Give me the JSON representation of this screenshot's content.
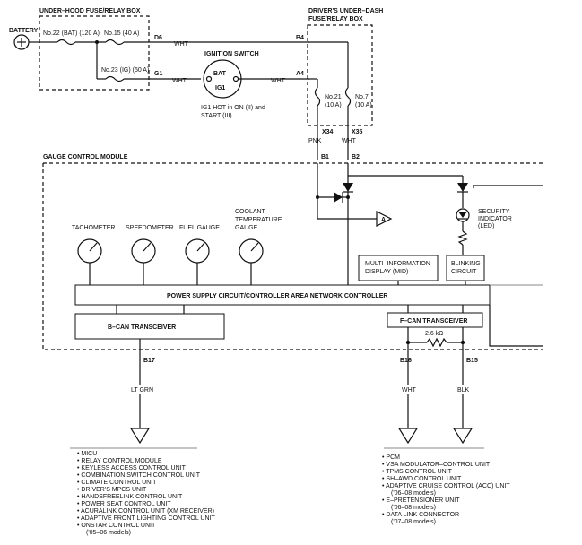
{
  "battery": {
    "label": "BATTERY"
  },
  "under_hood_box": {
    "title": "UNDER–HOOD FUSE/RELAY BOX",
    "fuse_bat": "No.22 (BAT) (120 A)",
    "fuse_15": "No.15 (40 A)",
    "fuse_ig": "No.23 (IG) (50 A)"
  },
  "terminals": {
    "d6": "D6",
    "g1": "G1",
    "b4": "B4",
    "a4": "A4",
    "x34": "X34",
    "x35": "X35",
    "b1": "B1",
    "b2": "B2",
    "b17": "B17",
    "b16": "B16",
    "b15": "B15"
  },
  "wires": {
    "wht_d6": "WHT",
    "wht_g1": "WHT",
    "wht_a4": "WHT",
    "pnk": "PNK",
    "wht_x35": "WHT",
    "lt_grn": "LT GRN",
    "wht_b16": "WHT",
    "blk": "BLK"
  },
  "ignition_switch": {
    "title": "IGNITION SWITCH",
    "bat": "BAT",
    "ig1": "IG1",
    "note_line1": "IG1 HOT in ON (II) and",
    "note_line2": "START (III)"
  },
  "under_dash_box": {
    "title_line1": "DRIVER'S UNDER–DASH",
    "title_line2": "FUSE/RELAY BOX",
    "fuse21_line1": "No.21",
    "fuse21_line2": "(10 A)",
    "fuse7_line1": "No.7",
    "fuse7_line2": "(10 A)"
  },
  "gauge_module": {
    "title": "GAUGE CONTROL MODULE",
    "tachometer": "TACHOMETER",
    "speedometer": "SPEEDOMETER",
    "fuel_gauge": "FUEL GAUGE",
    "coolant_line1": "COOLANT",
    "coolant_line2": "TEMPERATURE",
    "coolant_line3": "GAUGE",
    "connector_a": "A",
    "security_line1": "SECURITY",
    "security_line2": "INDICATOR",
    "security_line3": "(LED)",
    "mid_line1": "MULTI–INFORMATION",
    "mid_line2": "DISPLAY (MID)",
    "blink_line1": "BLINKING",
    "blink_line2": "CIRCUIT",
    "power_supply": "POWER SUPPLY CIRCUIT/CONTROLLER AREA NETWORK CONTROLLER",
    "b_can": "B–CAN TRANSCEIVER",
    "f_can": "F–CAN TRANSCEIVER",
    "resistor": "2.6 kΩ"
  },
  "b_can_list": [
    "MICU",
    "RELAY CONTROL MODULE",
    "KEYLESS ACCESS CONTROL UNIT",
    "COMBINATION SWITCH CONTROL UNIT",
    "CLIMATE CONTROL UNIT",
    "DRIVER'S MPCS UNIT",
    "HANDSFREELINK CONTROL UNIT",
    "POWER SEAT CONTROL UNIT",
    "ACURALINK CONTROL UNIT (XM RECEIVER)",
    "ADAPTIVE FRONT LIGHTING CONTROL UNIT",
    "ONSTAR CONTROL UNIT",
    "('05–06 models)"
  ],
  "f_can_list": [
    "PCM",
    "VSA MODULATOR–CONTROL UNIT",
    "TPMS CONTROL UNIT",
    "SH–AWD CONTROL UNIT",
    "ADAPTIVE CRUISE CONTROL (ACC) UNIT",
    "('06–08 models)",
    "E–PRETENSIONER UNIT",
    "('06–08 models)",
    "DATA LINK CONNECTOR",
    "('07–08 models)"
  ]
}
